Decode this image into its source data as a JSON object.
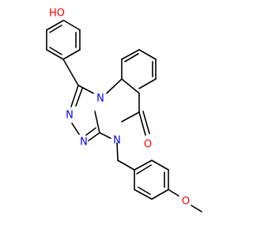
{
  "molecule": {
    "colors": {
      "bond": "#000000",
      "oxygen": "#ff0000",
      "nitrogen": "#0000ff"
    },
    "labels": {
      "hydroxyl": "HO",
      "carbonyl_oxygen": "O",
      "methoxy_oxygen": "O",
      "n_bridge": "N",
      "n_triazole_a": "N",
      "n_triazole_b": "N",
      "n_lactam": "N"
    }
  }
}
